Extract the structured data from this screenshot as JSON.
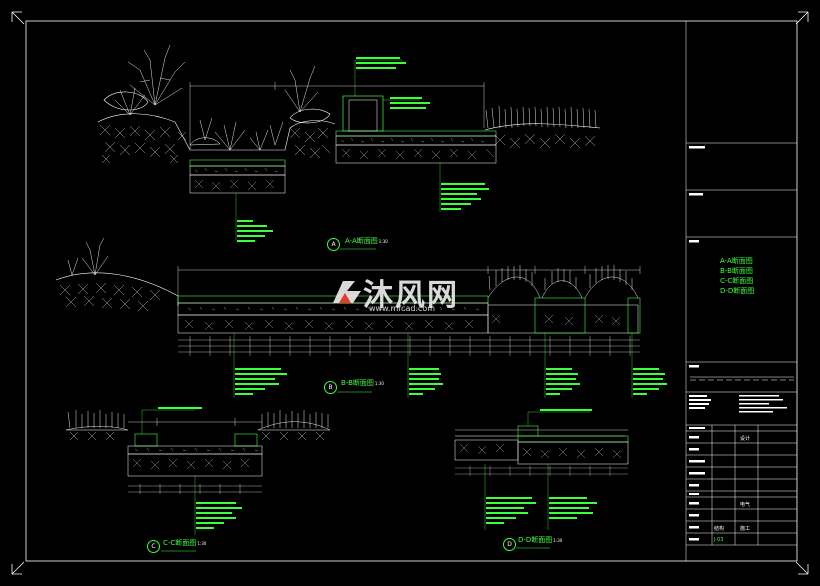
{
  "sections": {
    "a": {
      "letter": "A",
      "title": "A-A断面图",
      "scale": "1:30"
    },
    "b": {
      "letter": "B",
      "title": "B-B断面图",
      "scale": "1:30"
    },
    "c": {
      "letter": "C",
      "title": "C-C断面图",
      "scale": "1:30"
    },
    "d": {
      "letter": "D",
      "title": "D-D断面图",
      "scale": "1:30"
    }
  },
  "title_block": {
    "drawing_names": [
      "A-A断面图",
      "B-B断面图",
      "C-C断面图",
      "D-D断面图"
    ],
    "rows": {
      "design": "设计",
      "electric": "电气",
      "structure": "结构",
      "construction": "施工"
    },
    "drawing_no": "J-03"
  },
  "watermark": {
    "name": "沐风网",
    "url": "www.mfcad.com"
  }
}
